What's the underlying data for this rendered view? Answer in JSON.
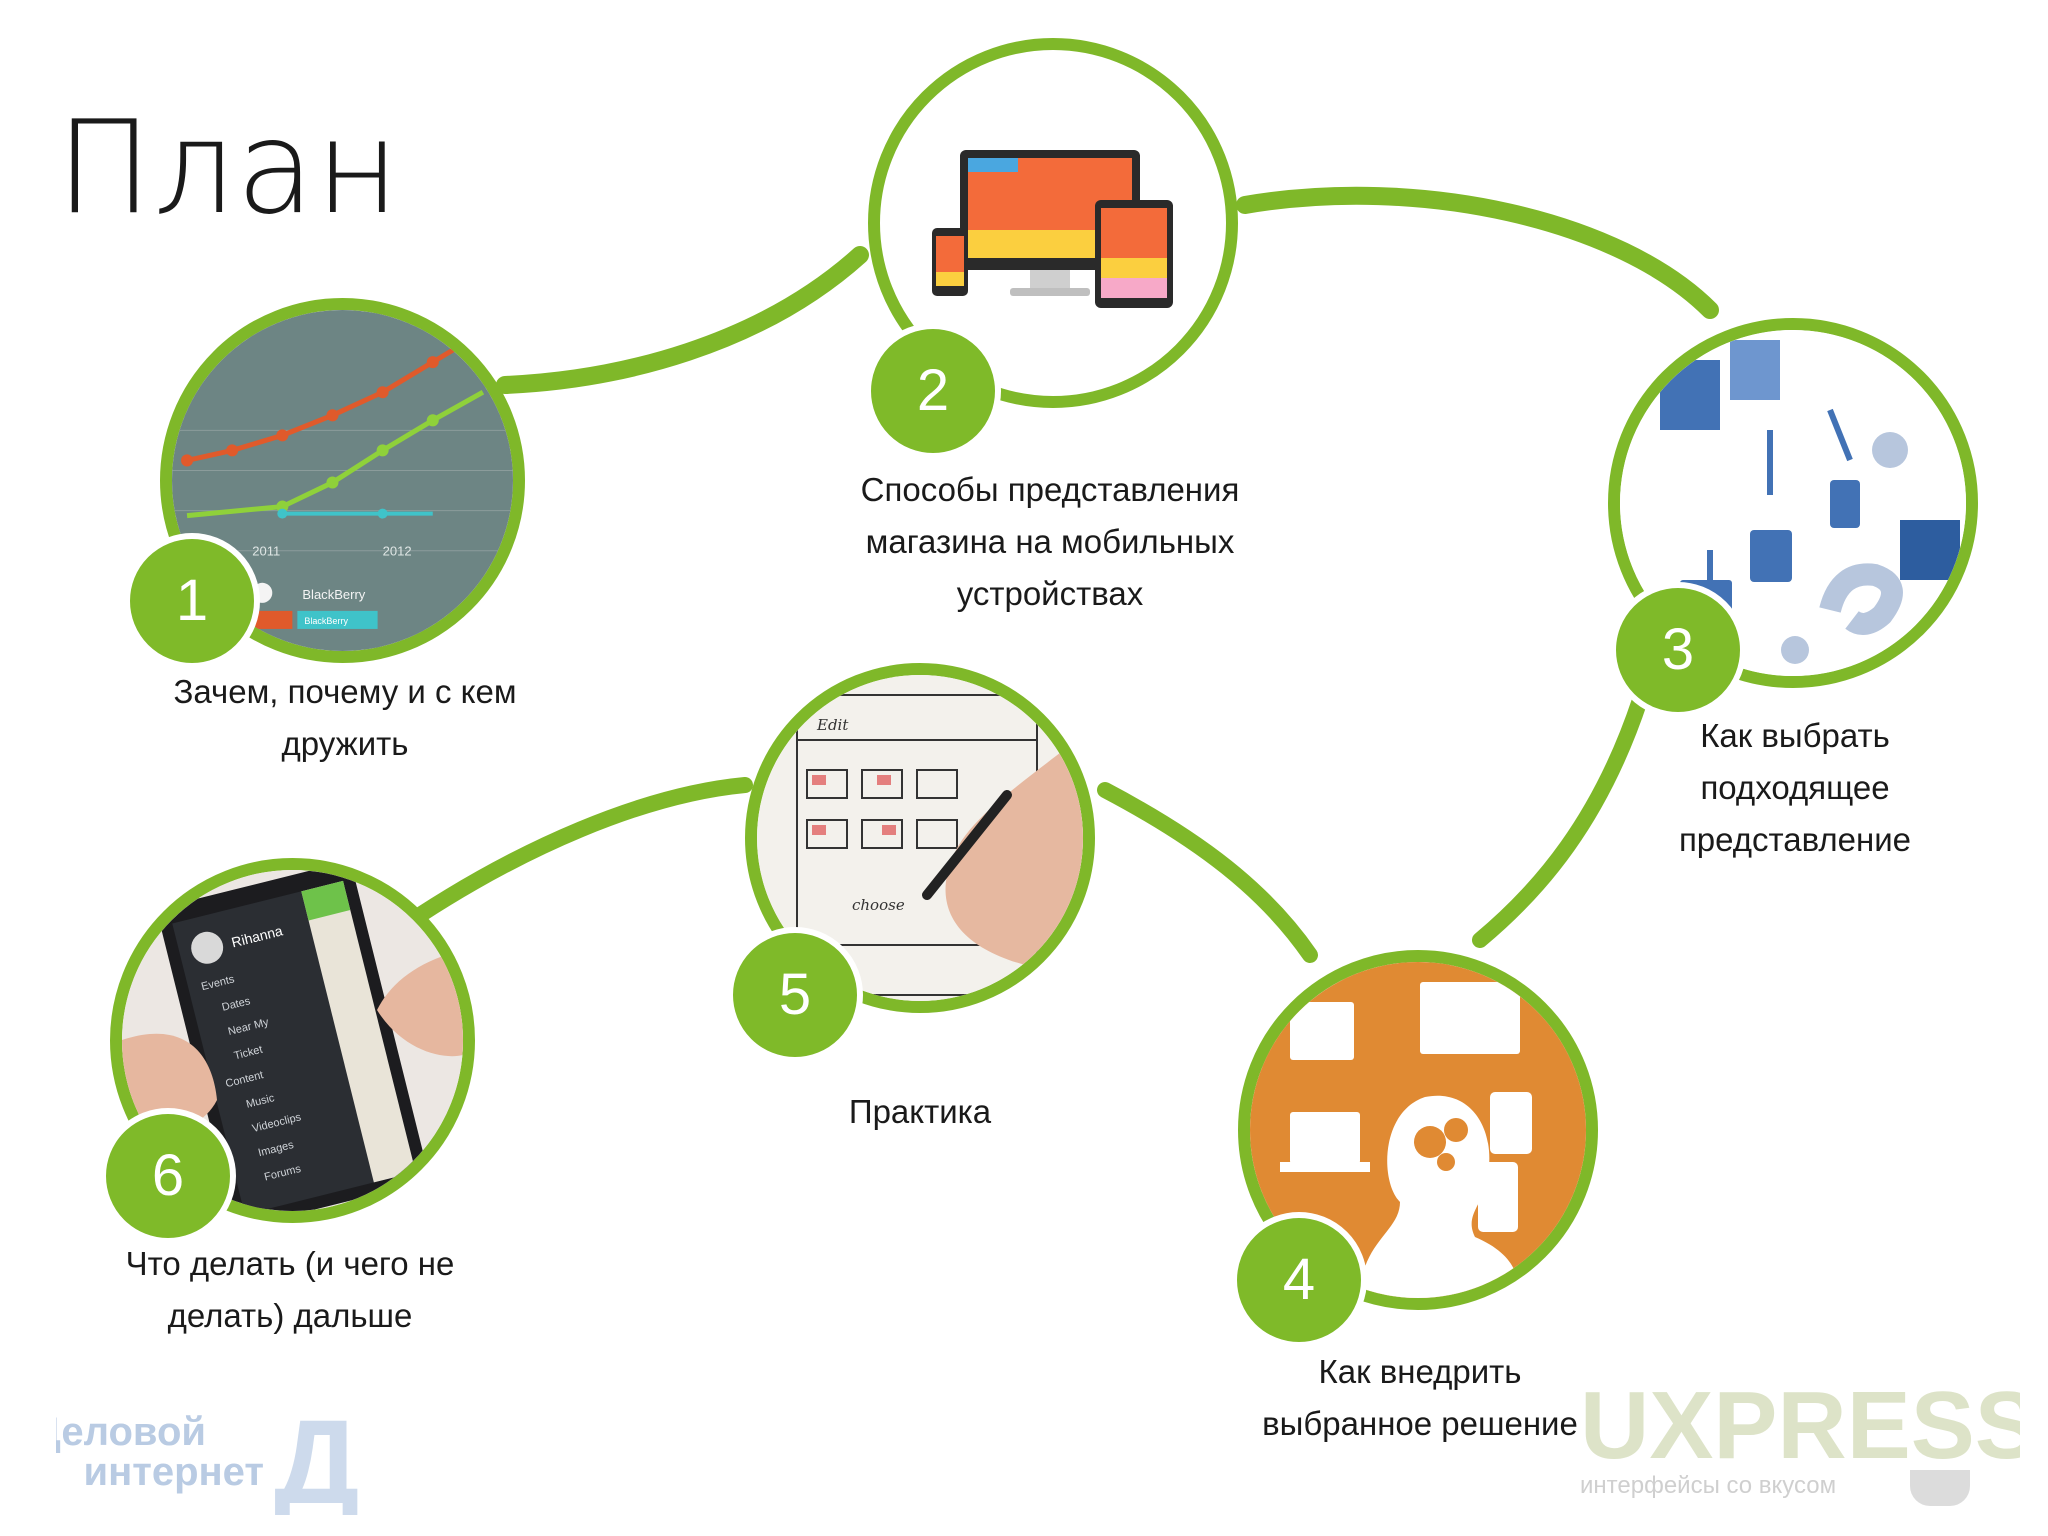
{
  "title": "План",
  "steps": [
    {
      "number": "1",
      "caption": "Зачем, почему и с кем\nдружить"
    },
    {
      "number": "2",
      "caption": "Способы представления\nмагазина на мобильных\nустройствах"
    },
    {
      "number": "3",
      "caption": "Как выбрать\nподходящее\nпредставление"
    },
    {
      "number": "4",
      "caption": "Как внедрить\nвыбранное решение"
    },
    {
      "number": "5",
      "caption": "Практика"
    },
    {
      "number": "6",
      "caption": "Что делать (и чего не\nделать) дальше"
    }
  ],
  "chart_thumb": {
    "years": [
      "2011",
      "2012"
    ],
    "brand": "BlackBerry",
    "brand_tag": "BlackBerry"
  },
  "phone_thumb": {
    "header": "Rihanna",
    "items": [
      "Events",
      "Dates",
      "Near My",
      "Ticket",
      "Content",
      "Music",
      "Videoclips",
      "Images",
      "Forums"
    ]
  },
  "sketch_thumb": {
    "word_top": "Edit",
    "word_bottom": "choose"
  },
  "logos": {
    "left_line1": "Деловой",
    "left_line2": "интернет",
    "left_mark": "Д",
    "right_name": "UXPRESSO",
    "right_tagline": "интерфейсы со вкусом"
  },
  "colors": {
    "green": "#7fba29",
    "orange": "#e08a33",
    "blue": "#3e6fb0"
  }
}
